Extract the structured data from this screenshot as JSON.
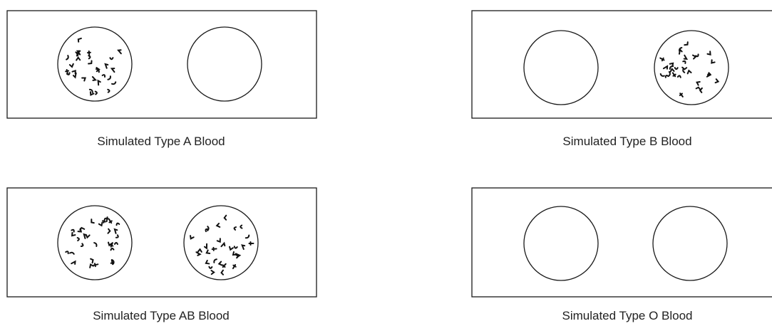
{
  "slides": [
    {
      "caption": "Simulated Type A Blood",
      "wells": [
        {
          "agglutinated": true
        },
        {
          "agglutinated": false
        }
      ]
    },
    {
      "caption": "Simulated Type B Blood",
      "wells": [
        {
          "agglutinated": false
        },
        {
          "agglutinated": true
        }
      ]
    },
    {
      "caption": "Simulated Type AB Blood",
      "wells": [
        {
          "agglutinated": true
        },
        {
          "agglutinated": true
        }
      ]
    },
    {
      "caption": "Simulated Type O Blood",
      "wells": [
        {
          "agglutinated": false
        },
        {
          "agglutinated": false
        }
      ]
    }
  ]
}
